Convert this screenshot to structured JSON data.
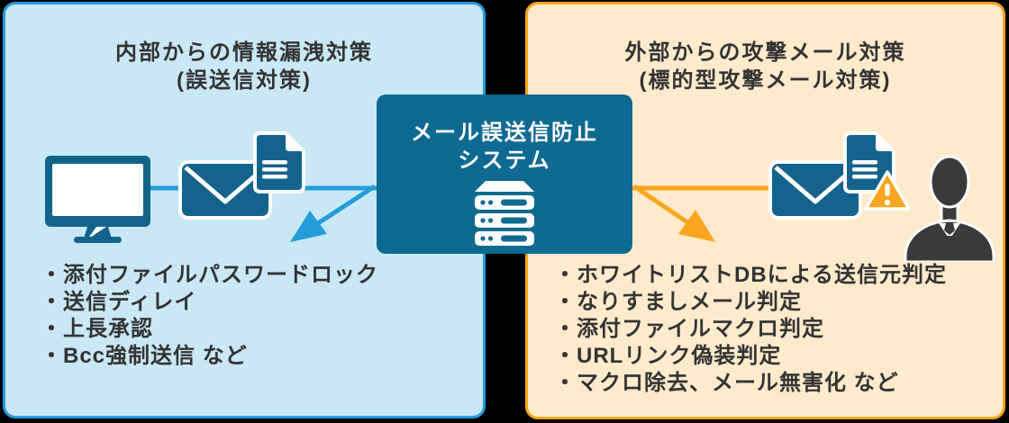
{
  "bullet_char": "・",
  "colors": {
    "blue_accent": "#229DD9",
    "blue_dark": "#13638C",
    "box_blue": "#0F6A92",
    "orange_accent": "#F9A51D",
    "panel_blue_fill": "#C9E8F6",
    "panel_cream_fill": "#FDEBCB",
    "text_dark": "#333333",
    "person_gray": "#3A3A3A"
  },
  "left_panel": {
    "title_line1": "内部からの情報漏洩対策",
    "title_line2": "(誤送信対策)",
    "items": [
      "添付ファイルパスワードロック",
      "送信ディレイ",
      "上長承認",
      "Bcc強制送信 など"
    ]
  },
  "right_panel": {
    "title_line1": "外部からの攻撃メール対策",
    "title_line2": "(標的型攻撃メール対策)",
    "items": [
      "ホワイトリストDBによる送信元判定",
      "なりすましメール判定",
      "添付ファイルマクロ判定",
      "URLリンク偽装判定",
      "マクロ除去、メール無害化 など"
    ]
  },
  "center_box": {
    "title_line1": "メール誤送信防止",
    "title_line2": "システム"
  },
  "icons": {
    "monitor": "monitor-icon: blue desktop display with stand",
    "envelope_left": "envelope-icon: outgoing mail",
    "document_left": "document-icon: attachment file",
    "envelope_right": "envelope-icon: incoming attack mail",
    "document_right": "document-icon: attachment file",
    "warning": "warning-icon: orange exclamation triangle",
    "person": "person-icon: attacker silhouette in suit",
    "server": "server-icon: mail gateway system stack",
    "arrow_left": "arrow-icon: blue deflected-mail arrow",
    "arrow_right": "arrow-icon: orange deflected-mail arrow"
  }
}
